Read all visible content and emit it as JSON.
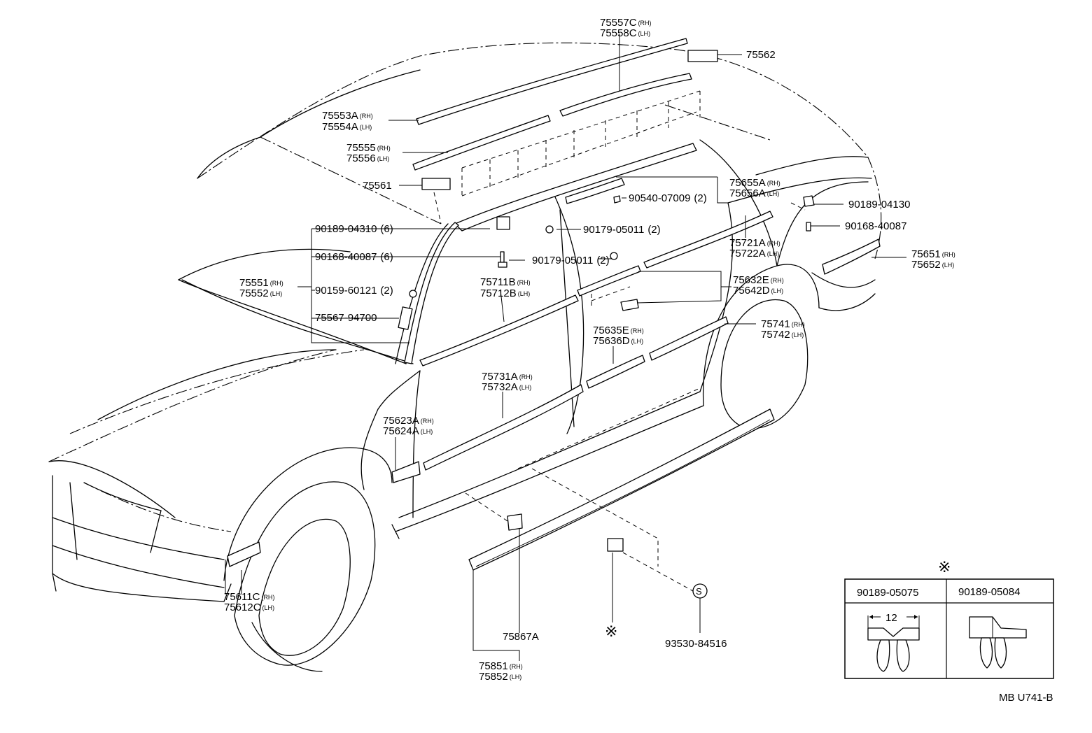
{
  "diagram": {
    "drawing_code": "MB U741-B",
    "callouts": [
      {
        "id": "75557C",
        "side": "RH"
      },
      {
        "id": "75558C",
        "side": "LH"
      },
      {
        "id": "75562",
        "side": ""
      },
      {
        "id": "75553A",
        "side": "RH"
      },
      {
        "id": "75554A",
        "side": "LH"
      },
      {
        "id": "75555",
        "side": "RH"
      },
      {
        "id": "75556",
        "side": "LH"
      },
      {
        "id": "75561",
        "side": ""
      },
      {
        "id": "75655A",
        "side": "RH"
      },
      {
        "id": "75656A",
        "side": "LH"
      },
      {
        "id": "90540-07009",
        "qty": "(2)"
      },
      {
        "id": "90189-04130",
        "side": ""
      },
      {
        "id": "90168-40087",
        "side": ""
      },
      {
        "id": "90189-04310",
        "qty": "(6)"
      },
      {
        "id": "90179-05011",
        "qty": "(2)"
      },
      {
        "id": "90168-40087",
        "qty": "(6)"
      },
      {
        "id": "90179-05011",
        "qty": "(2)"
      },
      {
        "id": "75721A",
        "side": "RH"
      },
      {
        "id": "75722A",
        "side": "LH"
      },
      {
        "id": "75651",
        "side": "RH"
      },
      {
        "id": "75652",
        "side": "LH"
      },
      {
        "id": "75551",
        "side": "RH"
      },
      {
        "id": "75552",
        "side": "LH"
      },
      {
        "id": "90159-60121",
        "qty": "(2)"
      },
      {
        "id": "75711B",
        "side": "RH"
      },
      {
        "id": "75712B",
        "side": "LH"
      },
      {
        "id": "75632E",
        "side": "RH"
      },
      {
        "id": "75642D",
        "side": "LH"
      },
      {
        "id": "75567-94700",
        "side": ""
      },
      {
        "id": "75635E",
        "side": "RH"
      },
      {
        "id": "75636D",
        "side": "LH"
      },
      {
        "id": "75741",
        "side": "RH"
      },
      {
        "id": "75742",
        "side": "LH"
      },
      {
        "id": "75731A",
        "side": "RH"
      },
      {
        "id": "75732A",
        "side": "LH"
      },
      {
        "id": "75623A",
        "side": "RH"
      },
      {
        "id": "75624A",
        "side": "LH"
      },
      {
        "id": "75611C",
        "side": "RH"
      },
      {
        "id": "75612C",
        "side": "LH"
      },
      {
        "id": "75867A",
        "side": ""
      },
      {
        "id": "75851",
        "side": "RH"
      },
      {
        "id": "75852",
        "side": "LH"
      },
      {
        "id": "93530-84516",
        "side": ""
      }
    ],
    "symbols": {
      "reference_mark": "※",
      "s_mark": "S"
    },
    "inset": {
      "columns": [
        {
          "part": "90189-05075",
          "dimension": "12"
        },
        {
          "part": "90189-05084",
          "dimension": ""
        }
      ]
    }
  }
}
